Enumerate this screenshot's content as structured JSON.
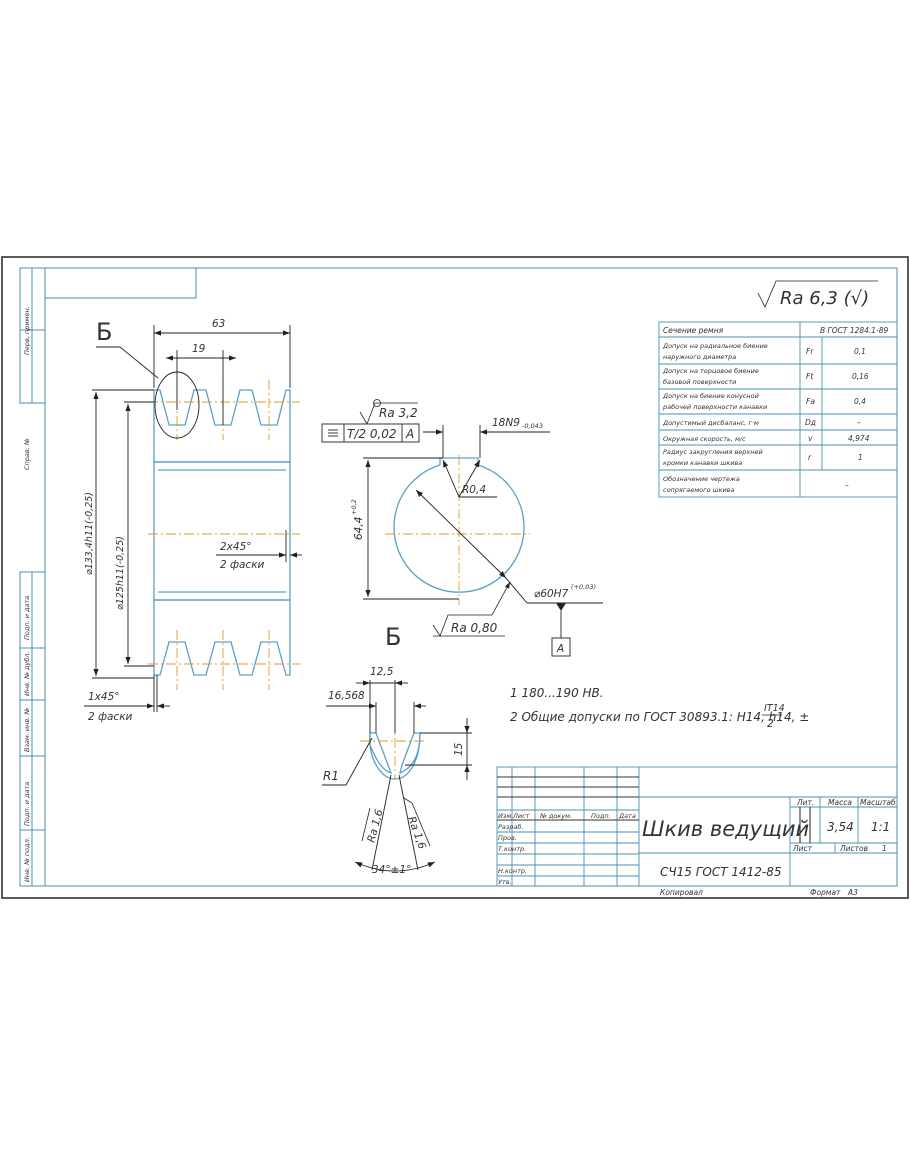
{
  "drawing": {
    "title": "Шкив ведущий",
    "material": "СЧ15 ГОСТ 1412-85",
    "mass": "3,54",
    "scale": "1:1",
    "sheet_label": "Лист",
    "sheets_label": "Листов",
    "sheets_count": "1",
    "lit_label": "Лит.",
    "mass_label": "Масса",
    "scale_label": "Масштаб",
    "copied_label": "Копировал",
    "format_label": "Формат",
    "format_value": "А3",
    "general_roughness": "Ra 6,3 (√)"
  },
  "stamp_columns": [
    "Изм.",
    "Лист",
    "№ докум.",
    "Подп.",
    "Дата"
  ],
  "stamp_rows": [
    "Разраб.",
    "Пров.",
    "Т.контр.",
    "",
    "Н.контр.",
    "Утв."
  ],
  "side_stamp": [
    "Перв. примен.",
    "Справ. №",
    "Подп. и дата",
    "Инв. № дубл.",
    "Взам. инв. №",
    "Подп. и дата",
    "Инв. № подл."
  ],
  "params_table": {
    "header_left": "Сечение ремня",
    "header_right": "В ГОСТ 1284.1-89",
    "rows": [
      {
        "label1": "Допуск на радиальное биение",
        "label2": "наружного диаметра",
        "symbol": "Fr",
        "value": "0,1"
      },
      {
        "label1": "Допуск на торцовое биение",
        "label2": "базовой поверхности",
        "symbol": "Ft",
        "value": "0,16"
      },
      {
        "label1": "Допуск на биение конусной",
        "label2": "рабочей поверхности канавки",
        "symbol": "Fa",
        "value": "0,4"
      },
      {
        "label1": "Допустимый дисбаланс, г·м",
        "label2": "",
        "symbol": "Dд",
        "value": "–"
      },
      {
        "label1": "Окружная скорость, м/с",
        "label2": "",
        "symbol": "v",
        "value": "4,974"
      },
      {
        "label1": "Радиус закругления верхней",
        "label2": "кромки канавки шкива",
        "symbol": "r",
        "value": "1"
      },
      {
        "label1": "Обозначение чертежа",
        "label2": "сопрягаемого шкива",
        "symbol": "",
        "value": "–"
      }
    ]
  },
  "notes": {
    "n1": "1  180...190 НВ.",
    "n2": "2  Общие допуски по ГОСТ 30893.1: H14, h14, ±",
    "frac_top": "IT14",
    "frac_bottom": "2"
  },
  "dimensions": {
    "width_total": "63",
    "groove_pitch": "19",
    "dia_outer": "⌀133,4h11(-0,25)",
    "dia_calc": "⌀125h11(-0,25)",
    "chamfer_outer": "1x45°",
    "chamfer_outer_note": "2 фаски",
    "chamfer_inner": "2x45°",
    "chamfer_inner_note": "2 фаски",
    "view_label": "Б",
    "keyway_width": "18N9",
    "keyway_width_tol": "-0,043",
    "keyway_depth": "64,4",
    "keyway_depth_tol": "+0,2",
    "key_radius": "R0,4",
    "bore": "⌀60H7",
    "bore_tol": "(+0,03)",
    "bore_roughness": "Ra 0,80",
    "datum": "A",
    "keyway_roughness": "Ra 3,2",
    "symmetry_tol": "T/2 0,02",
    "groove_top_width": "16,568",
    "groove_calc_width": "12,5",
    "groove_depth": "15",
    "groove_radius": "R1",
    "groove_roughness_left": "Ra 1,6",
    "groove_roughness_right": "Ra 1,6",
    "groove_angle": "34°±1°"
  }
}
